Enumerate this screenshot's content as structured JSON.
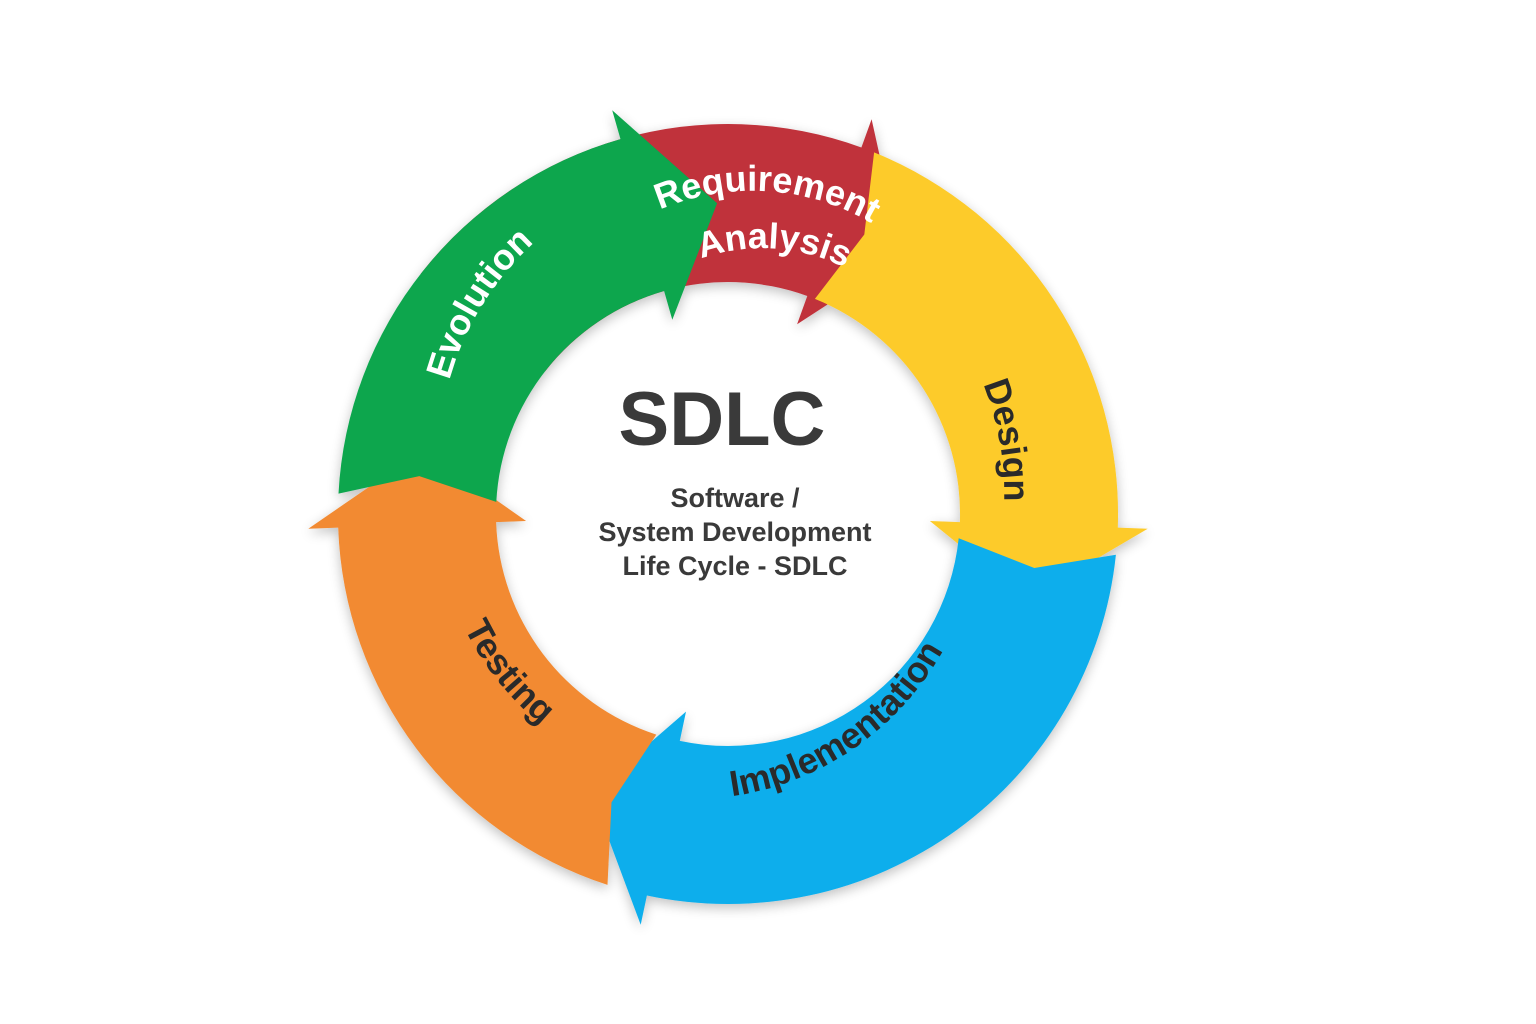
{
  "center": {
    "title": "SDLC",
    "subtitle_lines": [
      "Software /",
      "System Development",
      "Life Cycle - SDLC"
    ]
  },
  "colors": {
    "text_center": "#3a3a3a",
    "text_dark": "#2a2a2a",
    "text_light": "#ffffff"
  },
  "segments": [
    {
      "id": "requirement",
      "lines": [
        "Requirement",
        "Analysis"
      ],
      "color": "#c0303a",
      "text_color": "#ffffff"
    },
    {
      "id": "design",
      "lines": [
        "Design"
      ],
      "color": "#fdcb2a",
      "text_color": "#2a2a2a"
    },
    {
      "id": "implementation",
      "lines": [
        "Implementation"
      ],
      "color": "#0aaeec",
      "text_color": "#2a2a2a"
    },
    {
      "id": "testing",
      "lines": [
        "Testing"
      ],
      "color": "#f28a30",
      "text_color": "#2a2a2a"
    },
    {
      "id": "evolution",
      "lines": [
        "Evolution"
      ],
      "color": "#0aa64e",
      "text_color": "#ffffff"
    }
  ]
}
